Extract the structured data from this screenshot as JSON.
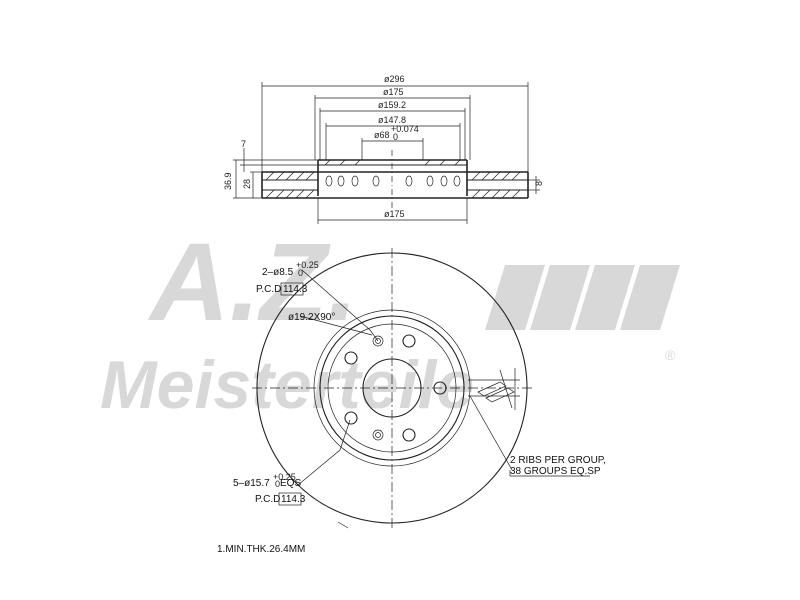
{
  "watermark": {
    "brand": "A.Z.",
    "text": "Meisterteile",
    "registered": "®",
    "color": "#d8d8d8"
  },
  "section_view": {
    "dimensions": {
      "d296": "ø296",
      "d175_top": "ø175",
      "d159": "ø159.2",
      "d147": "ø147.8",
      "d68": "ø68",
      "d68_tol_upper": "+0.074",
      "d68_tol_lower": "0",
      "d175_bottom": "ø175",
      "h7": "7",
      "h36": "36.9",
      "h28": "28",
      "h8": "8"
    }
  },
  "plan_view": {
    "callouts": {
      "holes2": "2–ø8.5",
      "holes2_tol_upper": "+0.25",
      "holes2_tol_lower": "0",
      "pcd_label_1": "P.C.D",
      "pcd_value_1": "114.3",
      "chamfer": "ø19.2X90°",
      "holes5": "5–ø15.7",
      "holes5_tol_upper": "+0.25",
      "holes5_tol_lower": "0",
      "holes5_suffix": "EQS",
      "pcd_label_2": "P.C.D",
      "pcd_value_2": "114.3",
      "ribs_line1": "2 RIBS PER GROUP,",
      "ribs_line2": "38 GROUPS EQ.SP"
    }
  },
  "notes": {
    "min_thk": "1.MIN.THK.26.4MM"
  }
}
